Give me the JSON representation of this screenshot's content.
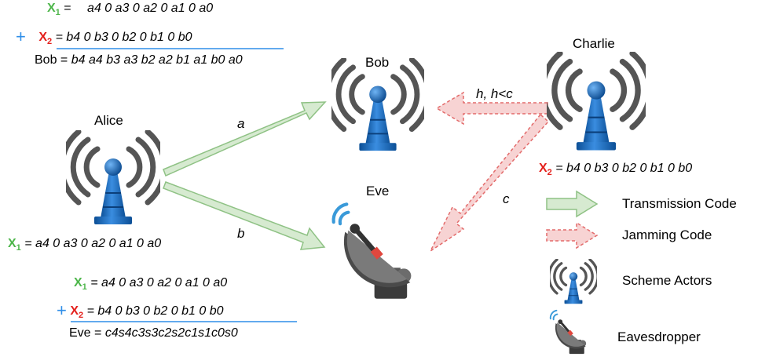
{
  "colors": {
    "x1": "#4db64a",
    "x2": "#e4211d",
    "plus": "#2f8ee8",
    "transmission_arrow": "#d6ead0",
    "jamming_arrow": "#f7d3d3",
    "tower_blue": "#1e6fc2"
  },
  "actors": {
    "alice": "Alice",
    "bob": "Bob",
    "charlie": "Charlie",
    "eve": "Eve"
  },
  "channels": {
    "a": "a",
    "b": "b",
    "c": "c",
    "h": "h, h<c"
  },
  "equations": {
    "top": {
      "x1_var": "X",
      "x1_sub": "1",
      "x1_rhs": "a4 0 a3 0 a2 0 a1 0 a0",
      "plus": "+",
      "x2_var": "X",
      "x2_sub": "2",
      "x2_rhs": "= b4 0 b3 0 b2 0 b1 0 b0",
      "result_lhs": "Bob =",
      "result_rhs": "b4 a4 b3 a3 b2 a2 b1 a1 b0 a0"
    },
    "alice_x1": "= a4 0 a3 0 a2 0 a1 0 a0",
    "charlie_x2": "= b4 0 b3 0 b2 0 b1 0 b0",
    "bottom": {
      "x1_rhs": "= a4 0 a3 0 a2 0 a1 0 a0",
      "x2_rhs": "= b4 0 b3 0 b2 0 b1 0 b0",
      "result_lhs": "Eve =",
      "result_rhs": "c4s4c3s3c2s2c1s1c0s0"
    }
  },
  "legend": {
    "transmission": "Transmission Code",
    "jamming": "Jamming Code",
    "actors": "Scheme Actors",
    "eavesdropper": "Eavesdropper"
  }
}
